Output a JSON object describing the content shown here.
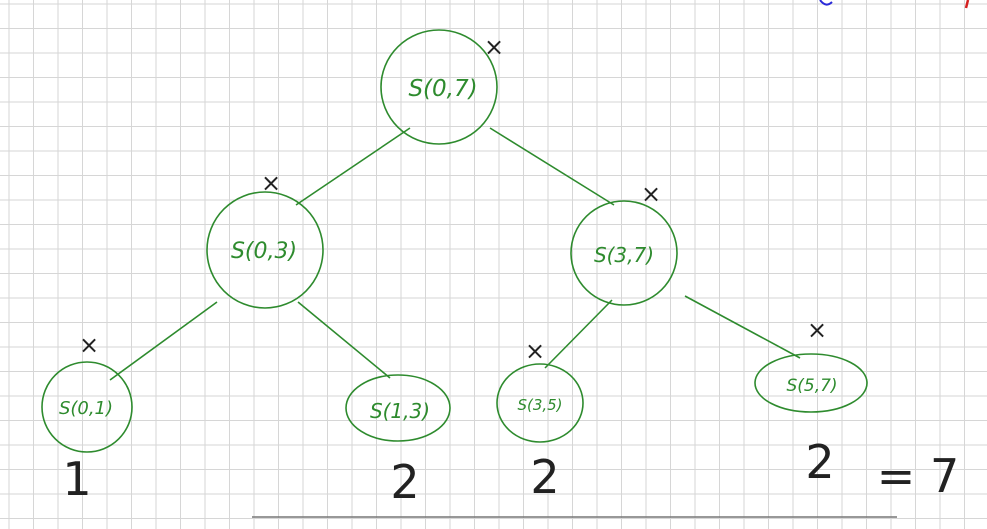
{
  "colors": {
    "background": "#ffffff",
    "grid": "#d6d6d6",
    "tree": "#2e8b2e",
    "ink": "#222222",
    "blue_fragment": "#2a2ad8",
    "red_fragment": "#d42020"
  },
  "nodes": [
    {
      "id": "root",
      "label": "S(0,7)"
    },
    {
      "id": "left",
      "label": "S(0,3)"
    },
    {
      "id": "right",
      "label": "S(3,7)"
    },
    {
      "id": "ll",
      "label": "S(0,1)"
    },
    {
      "id": "lr",
      "label": "S(1,3)"
    },
    {
      "id": "rl",
      "label": "S(3,5)"
    },
    {
      "id": "rr",
      "label": "S(5,7)"
    }
  ],
  "marks": {
    "x_mark": "×",
    "counts": [
      "1",
      "2",
      "2",
      "2"
    ],
    "total": "= 7"
  }
}
